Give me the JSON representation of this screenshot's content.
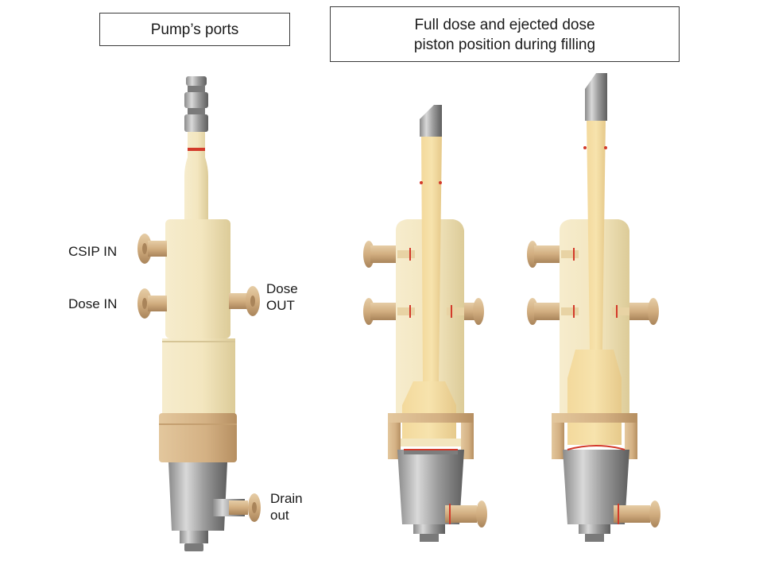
{
  "titles": {
    "left": "Pump’s ports",
    "right_line1": "Full dose and ejected dose",
    "right_line2": "piston position during filling"
  },
  "port_labels": {
    "csip_in": "CSIP IN",
    "dose_in": "Dose IN",
    "dose_out_line1": "Dose",
    "dose_out_line2": "OUT",
    "drain_out_line1": "Drain",
    "drain_out_line2": "out"
  },
  "colors": {
    "ivory": "#f3e8c4",
    "ivory_shade": "#e2d3a6",
    "tan": "#d8b88a",
    "tan_dark": "#b99467",
    "steel": "#a6a6a6",
    "steel_dark": "#6e6e6e",
    "seal": "#d33a2a"
  }
}
